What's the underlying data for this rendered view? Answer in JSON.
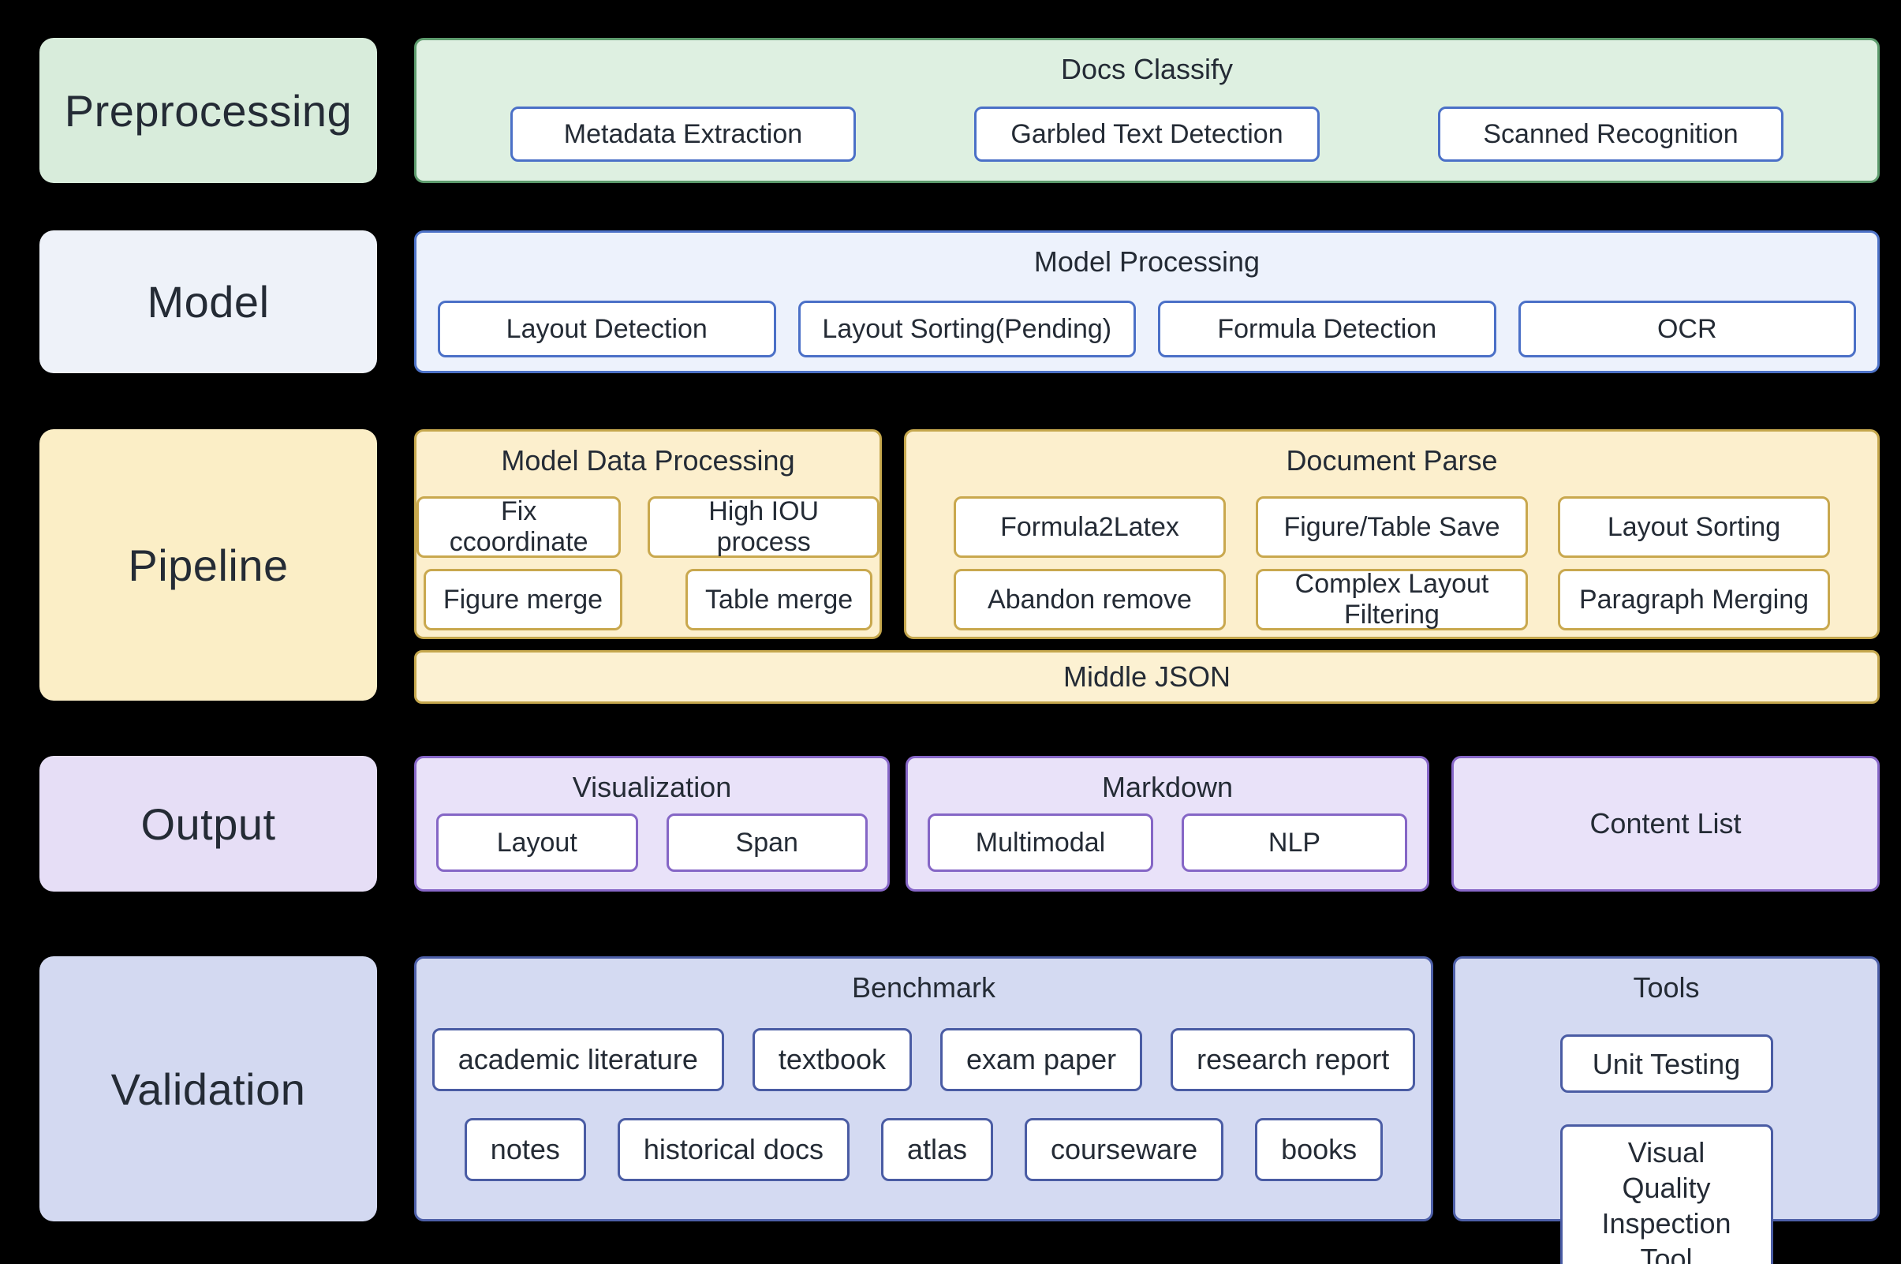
{
  "stages": [
    {
      "label": "Preprocessing"
    },
    {
      "label": "Model"
    },
    {
      "label": "Pipeline"
    },
    {
      "label": "Output"
    },
    {
      "label": "Validation"
    }
  ],
  "docs_classify": {
    "title": "Docs Classify",
    "items": [
      "Metadata Extraction",
      "Garbled Text Detection",
      "Scanned Recognition"
    ]
  },
  "model_processing": {
    "title": "Model Processing",
    "items": [
      "Layout Detection",
      "Layout Sorting(Pending)",
      "Formula Detection",
      "OCR"
    ]
  },
  "model_data_processing": {
    "title": "Model Data Processing",
    "rows": [
      [
        "Fix ccoordinate",
        "High IOU process"
      ],
      [
        "Figure merge",
        "Table merge"
      ]
    ]
  },
  "document_parse": {
    "title": "Document Parse",
    "rows": [
      [
        "Formula2Latex",
        "Figure/Table Save",
        "Layout Sorting"
      ],
      [
        "Abandon remove",
        "Complex Layout Filtering",
        "Paragraph Merging"
      ]
    ]
  },
  "middle_json": {
    "title": "Middle JSON"
  },
  "visualization": {
    "title": "Visualization",
    "items": [
      "Layout",
      "Span"
    ]
  },
  "markdown": {
    "title": "Markdown",
    "items": [
      "Multimodal",
      "NLP"
    ]
  },
  "content_list": {
    "title": "Content List"
  },
  "benchmark": {
    "title": "Benchmark",
    "rows": [
      [
        "academic literature",
        "textbook",
        "exam paper",
        "research report"
      ],
      [
        "notes",
        "historical docs",
        "atlas",
        "courseware",
        "books"
      ]
    ]
  },
  "tools": {
    "title": "Tools",
    "items": [
      "Unit Testing",
      "Visual Quality Inspection Tool"
    ]
  },
  "colors": {
    "background": "#000000",
    "text": "#242b35",
    "green_fill": "#def0e1",
    "green_border": "#5d9b6d",
    "green_label_fill": "#d8ecdb",
    "blue_fill": "#edf2fc",
    "blue_border": "#4e73c8",
    "blue_label_fill": "#eef2f9",
    "inner_blue_border": "#4b70c7",
    "yellow_fill": "#fcefcd",
    "yellow_border": "#c5a74d",
    "yellow_label_fill": "#fbeec6",
    "purple_fill": "#e9e2f9",
    "purple_border": "#8767c8",
    "purple_label_fill": "#e6def6",
    "periwinkle_fill": "#d4daf2",
    "navy_border": "#4d5fa8",
    "periwinkle_label_fill": "#d3d9f1",
    "node_fill": "#ffffff"
  }
}
